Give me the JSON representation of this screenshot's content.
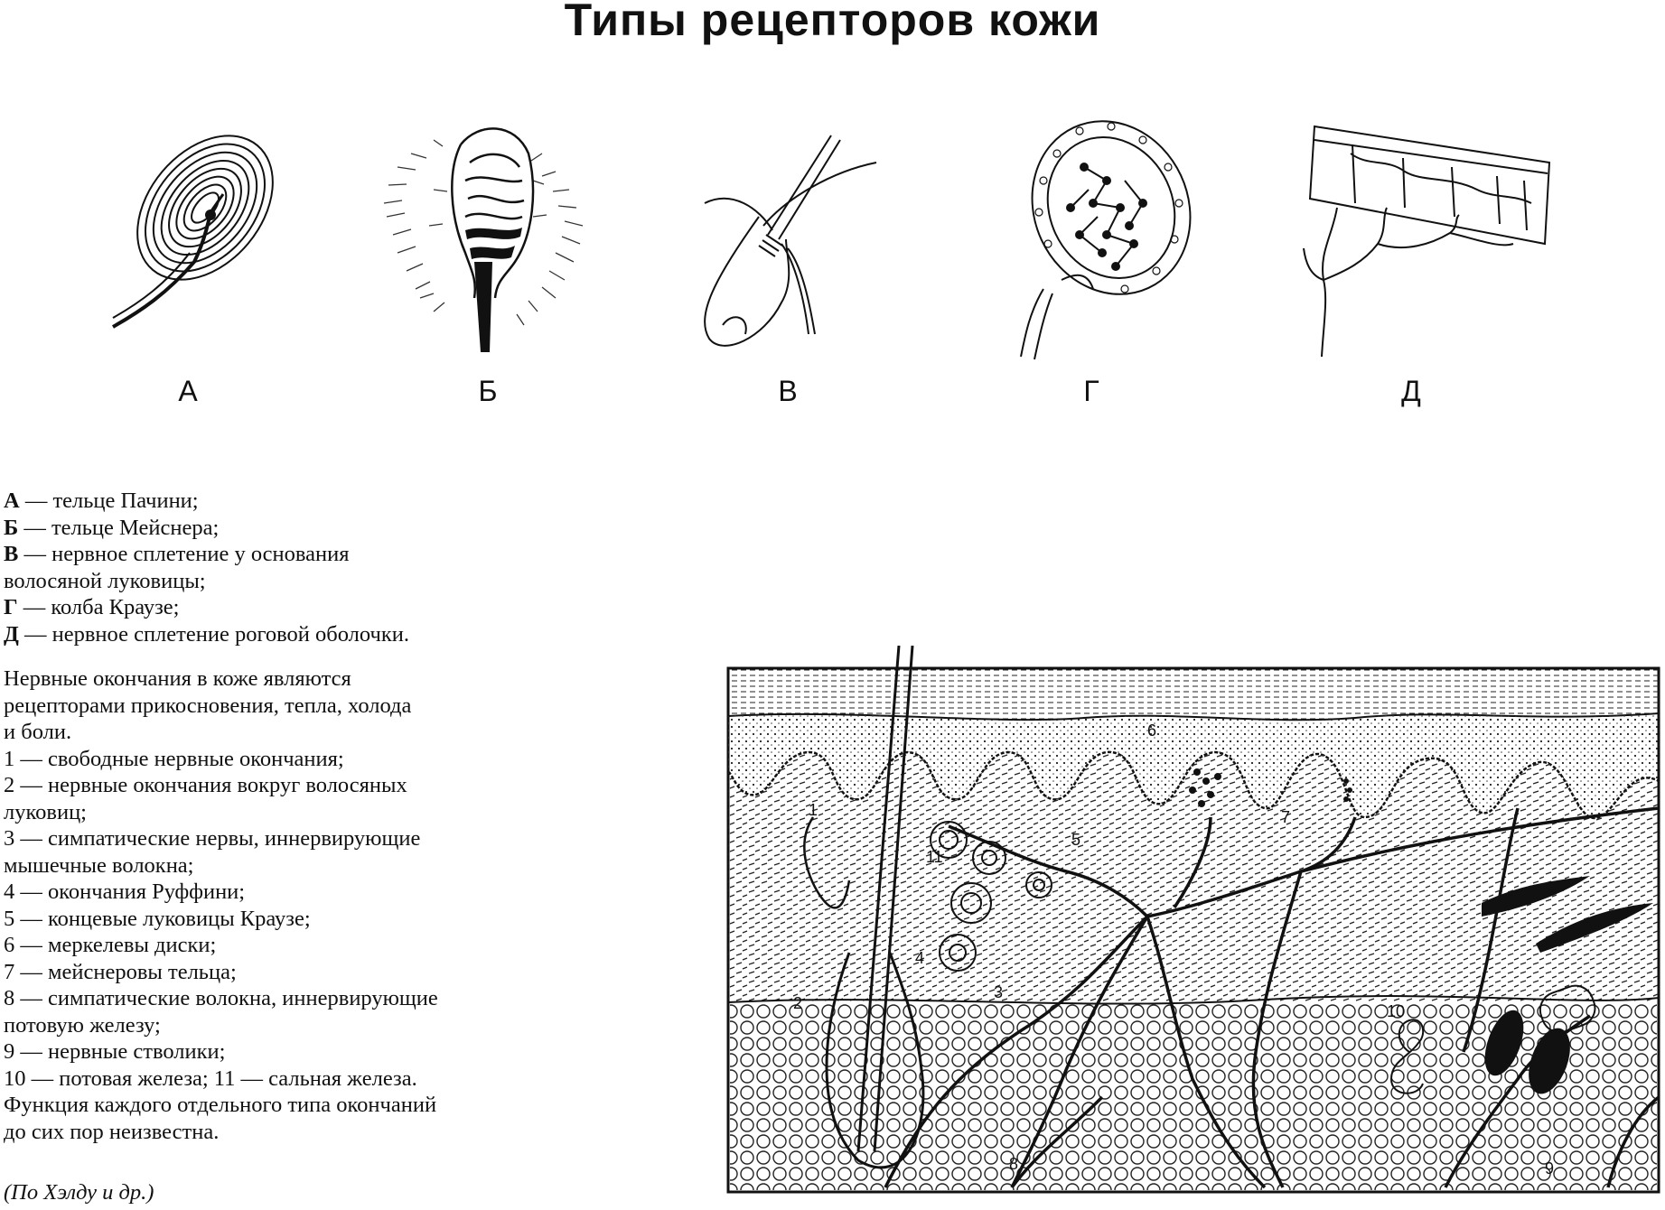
{
  "title": "Типы рецепторов кожи",
  "figure_labels": [
    "А",
    "Б",
    "В",
    "Г",
    "Д"
  ],
  "legend_letters": [
    {
      "letter": "А",
      "text": " — тельце Пачини;"
    },
    {
      "letter": "Б",
      "text": " — тельце Мейснера;"
    },
    {
      "letter": "В",
      "text": " — нервное сплетение у основания"
    },
    {
      "letter": "",
      "text": "волосяной луковицы;"
    },
    {
      "letter": "Г",
      "text": " — колба Краузе;"
    },
    {
      "letter": "Д",
      "text": " — нервное сплетение роговой оболочки."
    }
  ],
  "legend_paragraph": [
    "Нервные окончания в коже являются",
    "рецепторами прикосновения, тепла, холода",
    "и боли.",
    " 1 — свободные нервные окончания;",
    "2 — нервные окончания вокруг волосяных",
    "луковиц;",
    "3 — симпатические нервы, иннервирующие",
    "мышечные волокна;",
    "4 — окончания Руффини;",
    "5 — концевые луковицы Краузе;",
    "6 — меркелевы диски;",
    "7 — мейснеровы тельца;",
    "8 — симпатические волокна, иннервирующие",
    "потовую железу;",
    "9 — нервные стволики;",
    " 10 — потовая железа;  11 — сальная железа.",
    "Функция каждого отдельного типа окончаний",
    "до сих пор неизвестна."
  ],
  "source": "(По Хэлду и др.)",
  "diagram_numbers": [
    "1",
    "2",
    "3",
    "4",
    "5",
    "6",
    "7",
    "8",
    "9",
    "10",
    "11"
  ]
}
